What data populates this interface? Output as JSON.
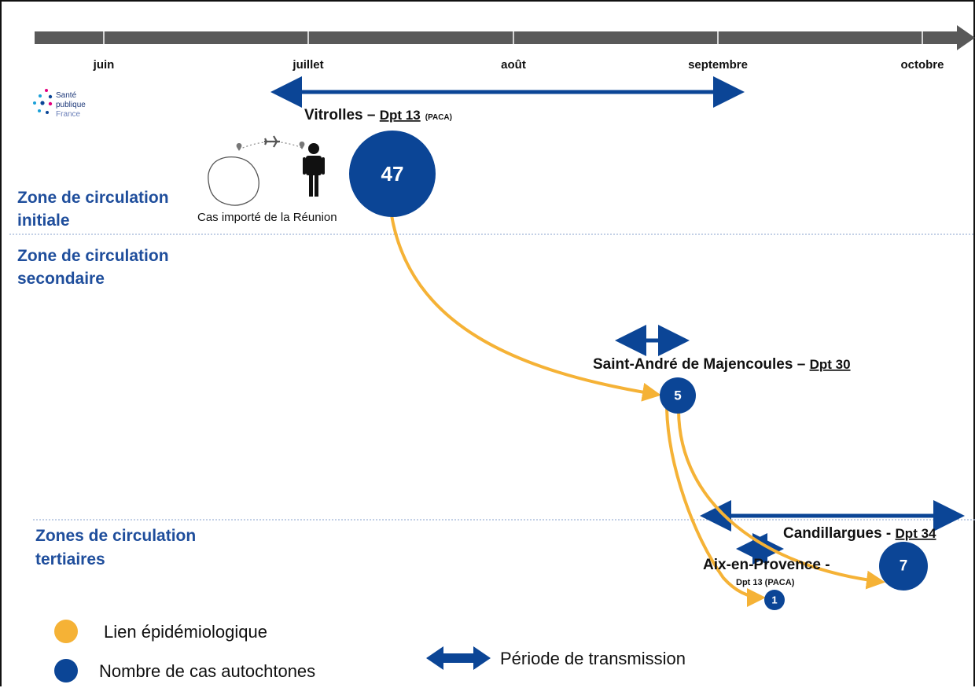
{
  "timeline": {
    "months": [
      "juin",
      "juillet",
      "août",
      "septembre",
      "octobre"
    ]
  },
  "logo": {
    "line1": "Santé",
    "line2": "publique",
    "line3": "France"
  },
  "zones": {
    "initiale": [
      "Zone de circulation",
      "initiale"
    ],
    "secondaire": [
      "Zone de circulation",
      "secondaire"
    ],
    "tertiaires": [
      "Zones de circulation",
      "tertiaires"
    ]
  },
  "imported_case": {
    "label": "Cas importé de la Réunion",
    "icons": [
      "island-outline-icon",
      "airplane-icon",
      "person-icon",
      "location-pin-icon"
    ]
  },
  "clusters": {
    "vitrolles": {
      "name": "Vitrolles – ",
      "dpt": "Dpt 13",
      "region": "(PACA)",
      "cases": "47"
    },
    "saint_andre": {
      "name": "Saint-André de Majencoules",
      "dash": " – ",
      "dpt": "Dpt 30",
      "cases": "5"
    },
    "candillargues": {
      "name": "Candillargues - ",
      "dpt": "Dpt 34",
      "cases": "7"
    },
    "aix": {
      "name": "Aix-en-Provence -",
      "dpt": "Dpt 13 (PACA)",
      "cases": "1"
    }
  },
  "legend": {
    "link": "Lien épidémiologique",
    "cases": "Nombre de cas autochtones",
    "period": "Période de transmission"
  },
  "colors": {
    "navy": "#0b4596",
    "link": "#f5b236",
    "timeline": "#595959",
    "zone_text": "#1f4e9c",
    "dotted_line": "#9fb4d8"
  }
}
